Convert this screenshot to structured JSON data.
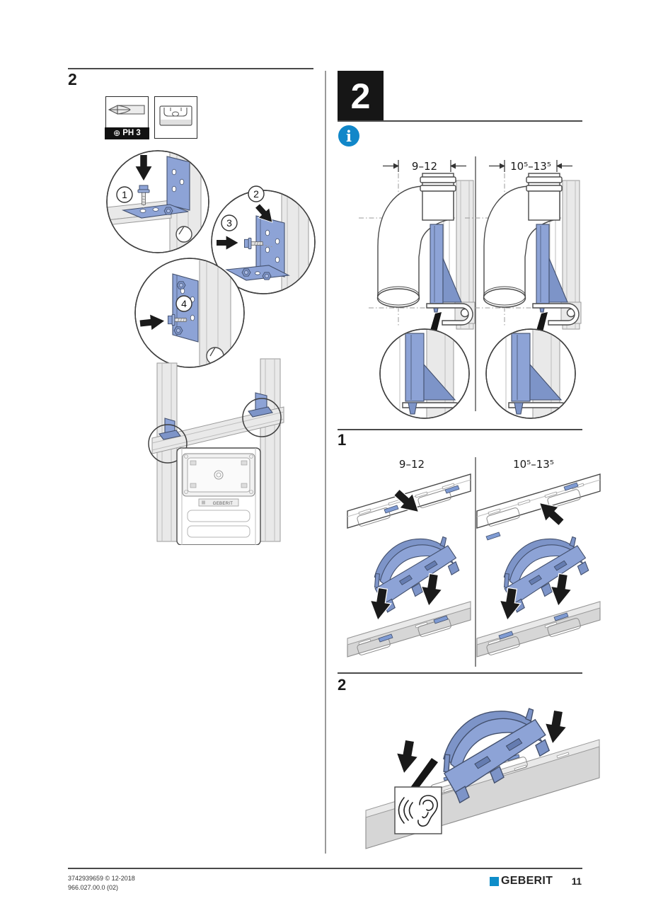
{
  "left": {
    "step_heading": "2",
    "tools": {
      "phillips": {
        "symbol": "⊕",
        "label": "PH 3"
      }
    },
    "callouts": [
      "1",
      "2",
      "3",
      "4"
    ],
    "frame": {
      "brand": "GEBERIT"
    }
  },
  "right": {
    "chapter": "2",
    "info": "i",
    "figure": {
      "dim_left": "9–12",
      "dim_right": "10⁵–13⁵"
    },
    "step1": {
      "heading": "1",
      "dim_left": "9–12",
      "dim_right": "10⁵–13⁵"
    },
    "step2": {
      "heading": "2"
    }
  },
  "footer": {
    "doc_line1": "3742939659 © 12-2018",
    "doc_line2": "966.027.00.0 (02)",
    "brand": "GEBERIT",
    "page": "11"
  },
  "colors": {
    "clip_blue": "#8da3d6",
    "clip_blue_dark": "#7d94c8",
    "info_blue": "#1187c9",
    "brand_blue": "#0e8dc9",
    "rail_gray": "#d6d6d6",
    "arrow_black": "#1a1a1a"
  }
}
